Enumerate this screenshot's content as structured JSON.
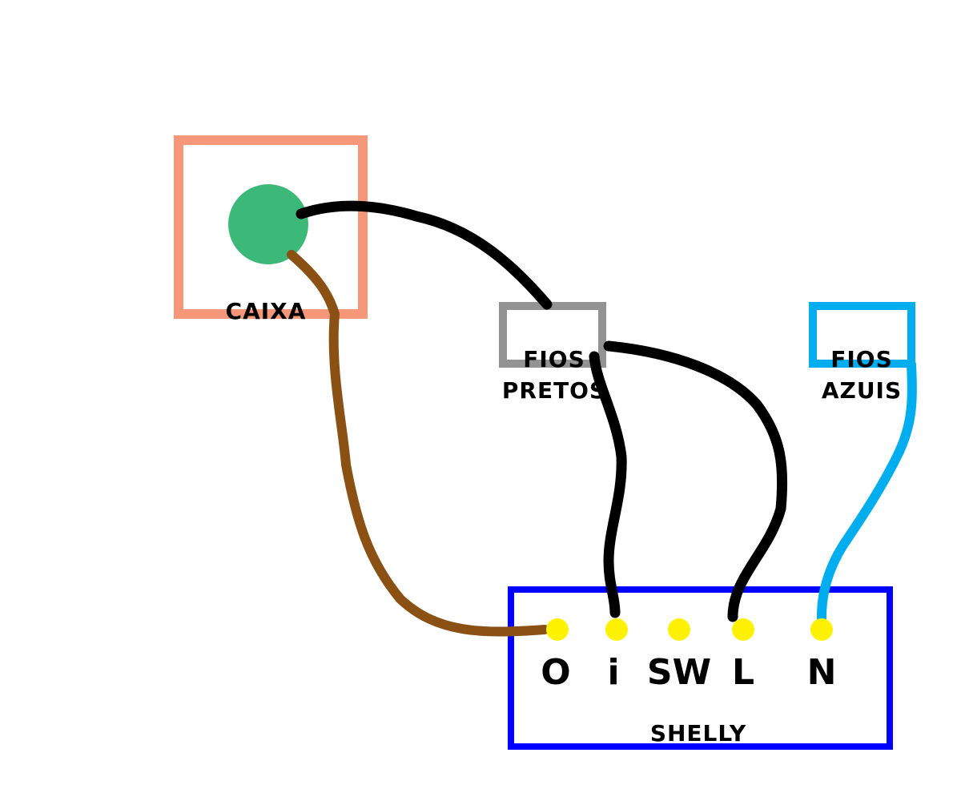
{
  "boxes": {
    "caixa": {
      "label": "CAIXA",
      "color": "#F7977A"
    },
    "fios_pretos": {
      "label_line1": "FIOS",
      "label_line2": "PRETOS",
      "color": "#939393"
    },
    "fios_azuis": {
      "label_line1": "FIOS",
      "label_line2": "AZUIS",
      "color": "#00AEEF"
    },
    "shelly": {
      "label": "SHELLY",
      "color": "#0000FF"
    }
  },
  "lamp": {
    "color": "#3CB878"
  },
  "terminals": [
    {
      "id": "O",
      "label": "O"
    },
    {
      "id": "i",
      "label": "i"
    },
    {
      "id": "SW",
      "label": "SW"
    },
    {
      "id": "L",
      "label": "L"
    },
    {
      "id": "N",
      "label": "N"
    }
  ],
  "terminal_color": "#FFF200",
  "wires": {
    "black": "#000000",
    "brown": "#8B5014",
    "blue": "#00AEEF"
  }
}
